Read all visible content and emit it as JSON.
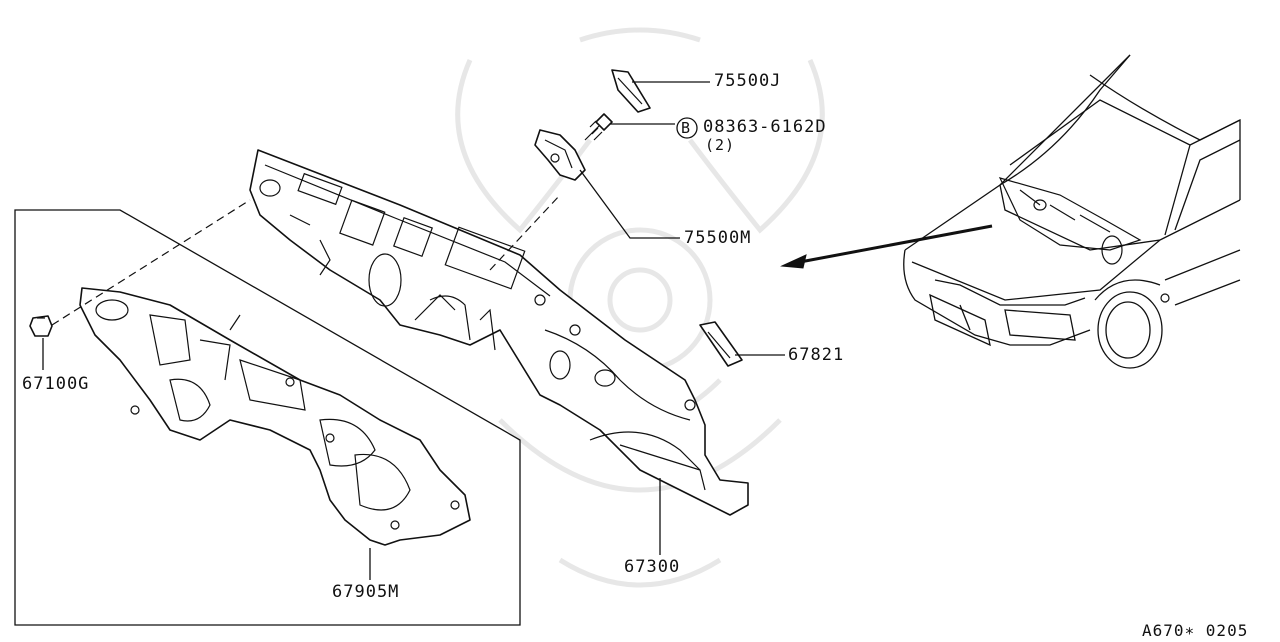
{
  "callouts": {
    "p75500j": "75500J",
    "bolt_circle": "B",
    "p08363": "08363-6162D",
    "qty": "(2)",
    "p75500m": "75500M",
    "p67821": "67821",
    "p67100g": "67100G",
    "p67905m": "67905M",
    "p67300": "67300"
  },
  "footer_code": "A670∗ 0205"
}
